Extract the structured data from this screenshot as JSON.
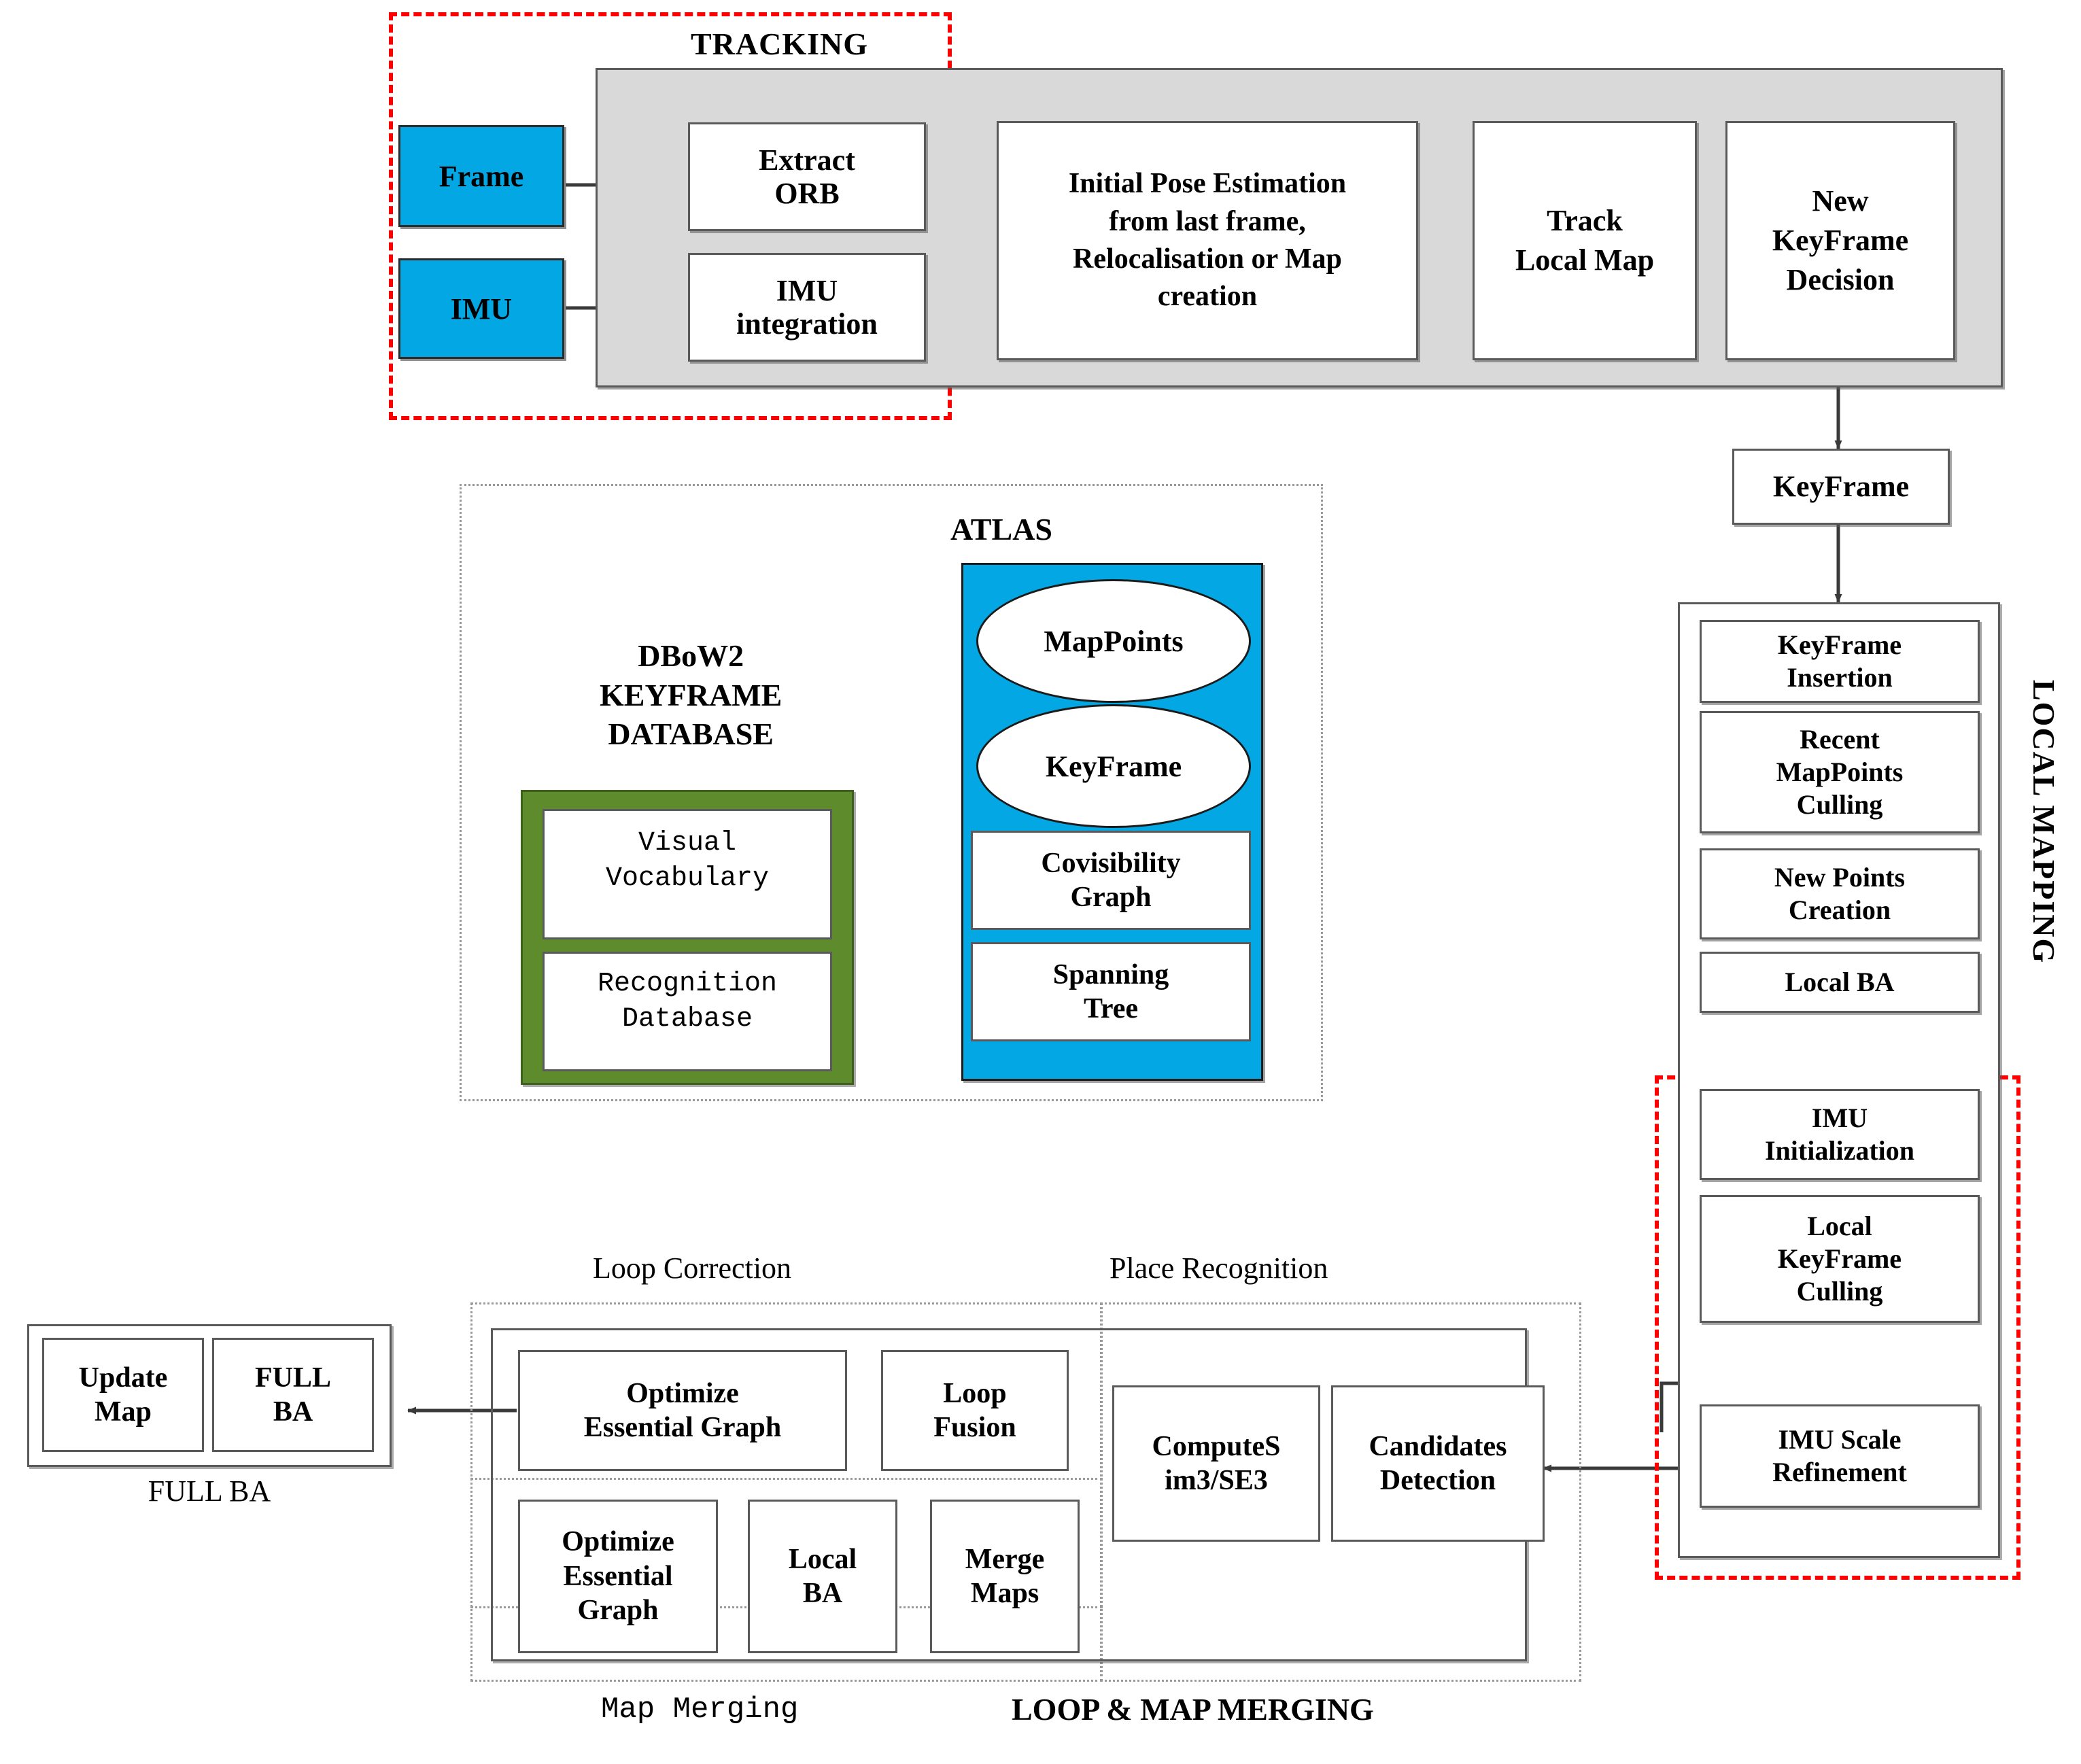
{
  "colors": {
    "blue": "#03A7E3",
    "green": "#5E8C2C",
    "red_dashed": "#FF0000",
    "gray_band": "#D9D9D9",
    "stroke": "#5A5A5A"
  },
  "tracking": {
    "section_label": "TRACKING",
    "inputs": [
      {
        "label": "Frame"
      },
      {
        "label": "IMU"
      }
    ],
    "stages": [
      {
        "label": "Extract\nORB"
      },
      {
        "label": "IMU\nintegration"
      },
      {
        "label": "Initial Pose Estimation\nfrom last frame,\nRelocalisation or Map\ncreation"
      },
      {
        "label": "Track\nLocal Map"
      },
      {
        "label": "New\nKeyFrame\nDecision"
      }
    ]
  },
  "keyframe_node": {
    "label": "KeyFrame"
  },
  "atlas": {
    "section_label": "ATLAS",
    "ellipses": [
      {
        "label": "MapPoints"
      },
      {
        "label": "KeyFrame"
      }
    ],
    "boxes": [
      {
        "label": "Covisibility\nGraph"
      },
      {
        "label": "Spanning\nTree"
      }
    ]
  },
  "dbow2": {
    "title": "DBoW2\nKEYFRAME\nDATABASE",
    "boxes": [
      {
        "label": "Visual\nVocabulary"
      },
      {
        "label": "Recognition\nDatabase"
      }
    ]
  },
  "local_mapping": {
    "section_label": "LOCAL MAPPING",
    "stages": [
      {
        "label": "KeyFrame\nInsertion"
      },
      {
        "label": "Recent\nMapPoints\nCulling"
      },
      {
        "label": "New Points\nCreation"
      },
      {
        "label": "Local BA"
      },
      {
        "label": "IMU\nInitialization"
      },
      {
        "label": "Local\nKeyFrame\nCulling"
      },
      {
        "label": "IMU Scale\nRefinement"
      }
    ]
  },
  "full_ba": {
    "caption": "FULL BA",
    "boxes": [
      {
        "label": "Update\nMap"
      },
      {
        "label": "FULL\nBA"
      }
    ]
  },
  "loop_map_merging": {
    "section_label": "LOOP & MAP MERGING",
    "loop_correction": {
      "title": "Loop Correction",
      "boxes": [
        {
          "label": "Optimize\nEssential Graph"
        },
        {
          "label": "Loop\nFusion"
        }
      ]
    },
    "map_merging": {
      "title": "Map Merging",
      "boxes": [
        {
          "label": "Optimize\nEssential\nGraph"
        },
        {
          "label": "Local\nBA"
        },
        {
          "label": "Merge\nMaps"
        }
      ]
    },
    "place_recognition": {
      "title": "Place Recognition",
      "boxes": [
        {
          "label": "ComputeS\nim3/SE3"
        },
        {
          "label": "Candidates\nDetection"
        }
      ]
    }
  }
}
